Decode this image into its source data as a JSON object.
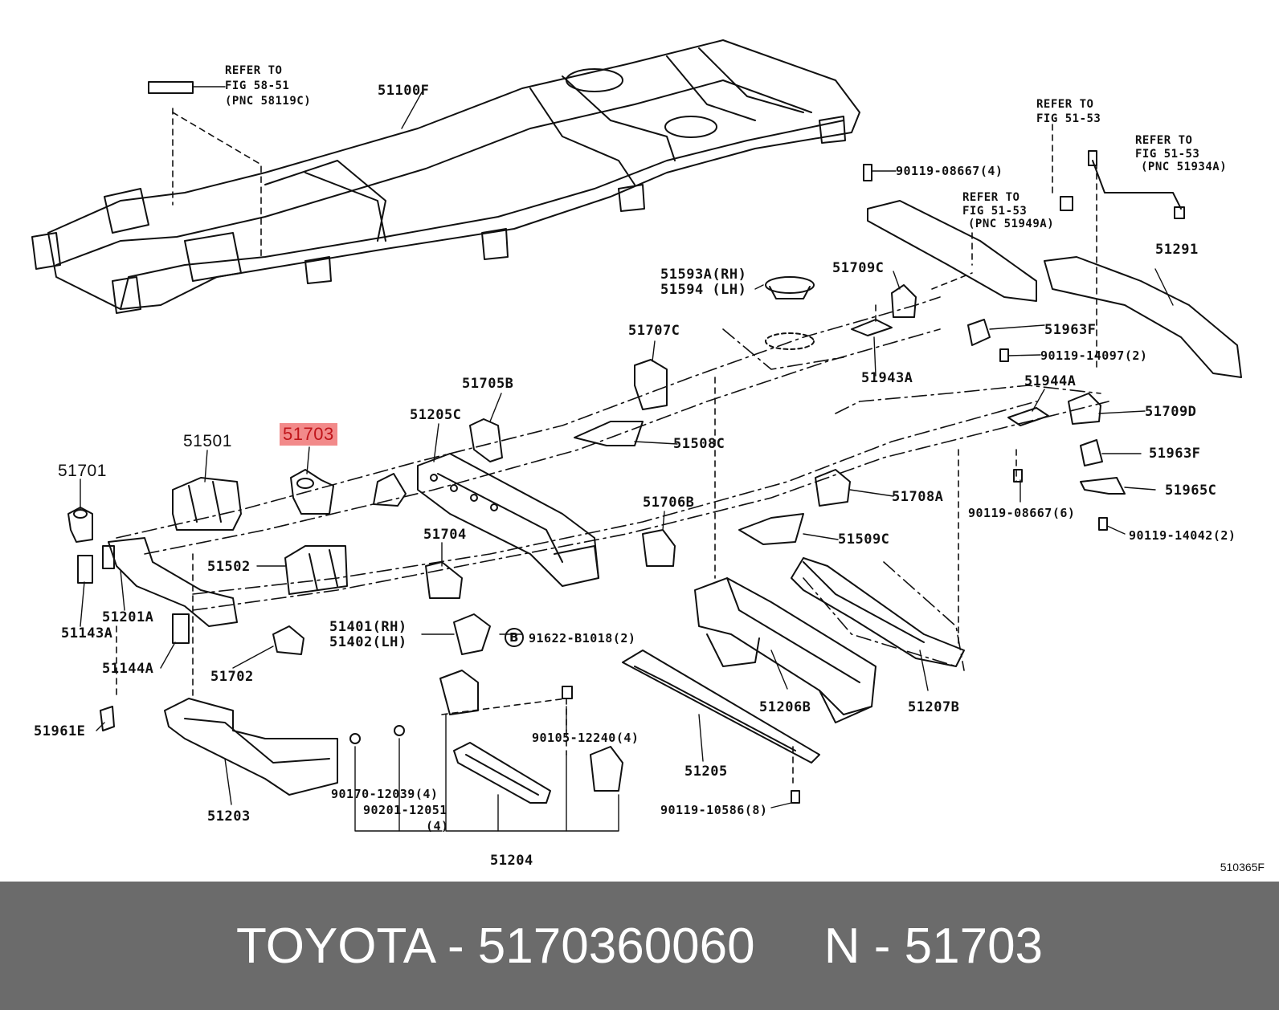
{
  "diagram": {
    "labels": {
      "refer_58_51": [
        "REFER TO",
        "FIG 58-51",
        "(PNC 58119C)"
      ],
      "l51100F": "51100F",
      "refer_51_53_a": [
        "REFER TO",
        "FIG 51-53"
      ],
      "refer_51_53_b": [
        "REFER TO",
        "FIG 51-53",
        "(PNC 51934A)"
      ],
      "refer_51_53_c": [
        "REFER TO",
        "FIG 51-53",
        "(PNC 51949A)"
      ],
      "l90119_08667_4": "90119-08667(4)",
      "l51291": "51291",
      "l51593A": [
        "51593A(RH)",
        "51594 (LH)"
      ],
      "l51709C": "51709C",
      "l51707C": "51707C",
      "l51963F_a": "51963F",
      "l90119_14097": "90119-14097(2)",
      "l51943A": "51943A",
      "l51705B": "51705B",
      "l51205C": "51205C",
      "l51703": "51703",
      "l51501": "51501",
      "l51701": "51701",
      "l51508C": "51508C",
      "l51944A": "51944A",
      "l51709D": "51709D",
      "l51963F_b": "51963F",
      "l51965C": "51965C",
      "l51708A": "51708A",
      "l90119_08667_6": "90119-08667(6)",
      "l90119_14042": "90119-14042(2)",
      "l51706B": "51706B",
      "l51509C": "51509C",
      "l51704": "51704",
      "l51502": "51502",
      "l51201A": "51201A",
      "l51143A": "51143A",
      "l51401": [
        "51401(RH)",
        "51402(LH)"
      ],
      "circle_b": "B",
      "l91622": "91622-B1018(2)",
      "l51144A": "51144A",
      "l51702": "51702",
      "l51206B": "51206B",
      "l51207B": "51207B",
      "l51961E": "51961E",
      "l90105": "90105-12240(4)",
      "l51205": "51205",
      "l90170": "90170-12039(4)",
      "l90201": [
        "90201-12051",
        "(4)"
      ],
      "l51203": "51203",
      "l90119_10586": "90119-10586(8)",
      "l51204": "51204"
    },
    "diagram_code": "510365F"
  },
  "footer": {
    "text": "TOYOTA - 5170360060     N - 51703"
  },
  "colors": {
    "highlight_bg": "#f28a8a",
    "highlight_text": "#c0141a",
    "footer_bg": "#6b6b6b",
    "footer_text": "#ffffff",
    "line": "#111111"
  }
}
